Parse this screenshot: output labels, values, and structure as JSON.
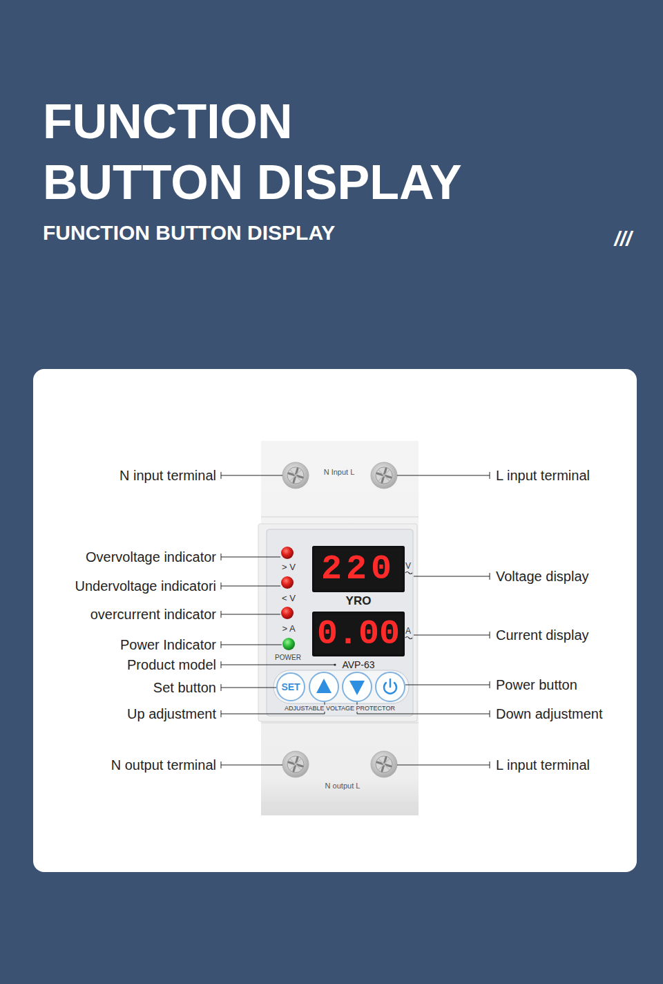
{
  "diagram": {
    "title": "FUNCTION BUTTON DISPLAY",
    "nodes": [
      {
        "text": [
          "> V",
          "< V",
          "> A",
          "POWER",
          "YRO",
          "AVP-63",
          "ADJUSTABLE VOLTAGE PROTECTOR"
        ]
      },
      {
        "text": [
          "220",
          "V"
        ],
        "in": 0
      },
      {
        "text": [
          "0.00",
          "A"
        ],
        "in": 0
      },
      {
        "text": [
          "SET"
        ],
        "in": 0
      }
    ],
    "labels": [
      "FUNCTION BUTTON DISPLAY",
      "///",
      "N Input L",
      "N input terminal",
      "L input terminal",
      "Overvoltage indicator",
      "Voltage display",
      "Undervoltage indicatori",
      "overcurrent indicator",
      "Current display",
      "Power Indicator",
      "Product model",
      "Set button",
      "Power button",
      "Up adjustment",
      "Down adjustment",
      "N output terminal",
      "N output L",
      "L input terminal"
    ]
  }
}
